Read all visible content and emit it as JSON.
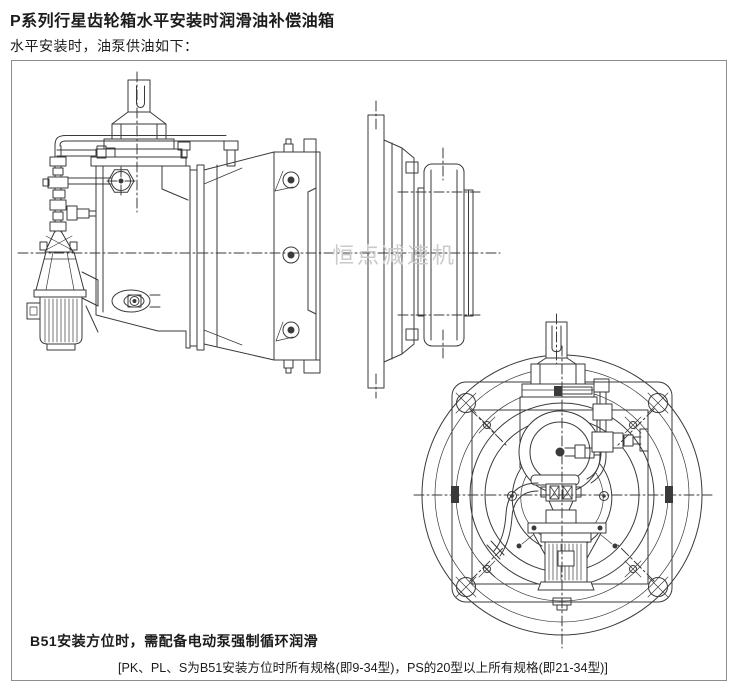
{
  "page": {
    "title": "P系列行星齿轮箱水平安装时润滑油补偿油箱",
    "subtitle": "水平安装时，油泵供油如下：",
    "watermark": "恒点减速机",
    "note1": "B51安装方位时，需配备电动泵强制循环润滑",
    "note2": "[PK、PL、S为B51安装方位时所有规格(即9-34型)，PS的20型以上所有规格(即21-34型)]",
    "colors": {
      "line": "#3a3a3a",
      "frame_border": "#8d8d8d",
      "watermark": "#cacaca",
      "background": "#ffffff",
      "text": "#1c1c1c"
    }
  }
}
